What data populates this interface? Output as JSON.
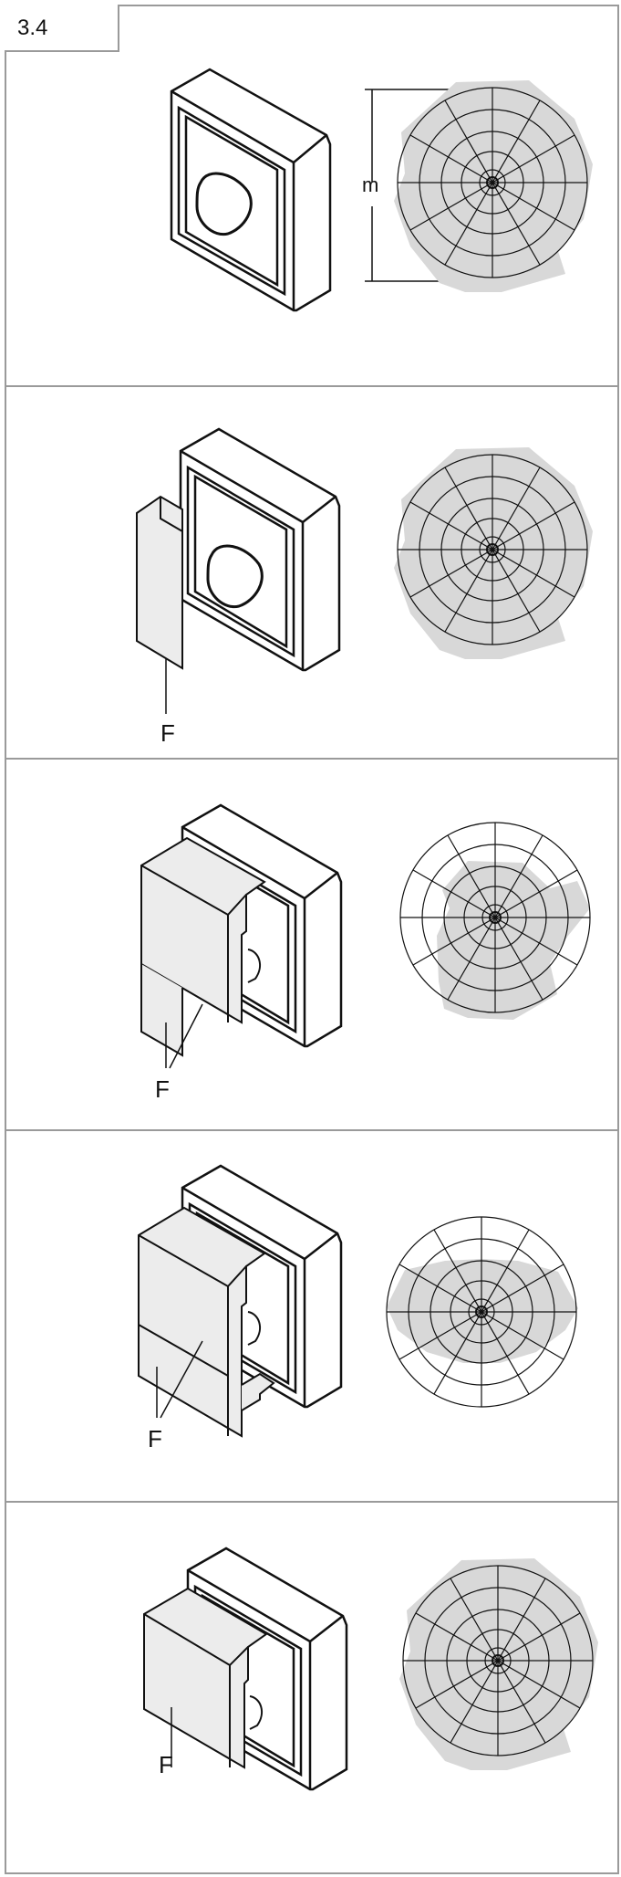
{
  "figure": {
    "label": "3.4"
  },
  "panels": [
    {
      "id": 1,
      "callout": "",
      "dimension_label": "m",
      "filters": 0
    },
    {
      "id": 2,
      "callout": "F",
      "dimension_label": "",
      "filters": 1
    },
    {
      "id": 3,
      "callout": "F",
      "dimension_label": "",
      "filters": 2
    },
    {
      "id": 4,
      "callout": "F",
      "dimension_label": "",
      "filters": 3
    },
    {
      "id": 5,
      "callout": "F",
      "dimension_label": "",
      "filters": 4
    }
  ],
  "colors": {
    "border": "#9a9a9a",
    "line": "#111111",
    "shade": "#d8d8d8",
    "filter_fill": "#ececec"
  }
}
